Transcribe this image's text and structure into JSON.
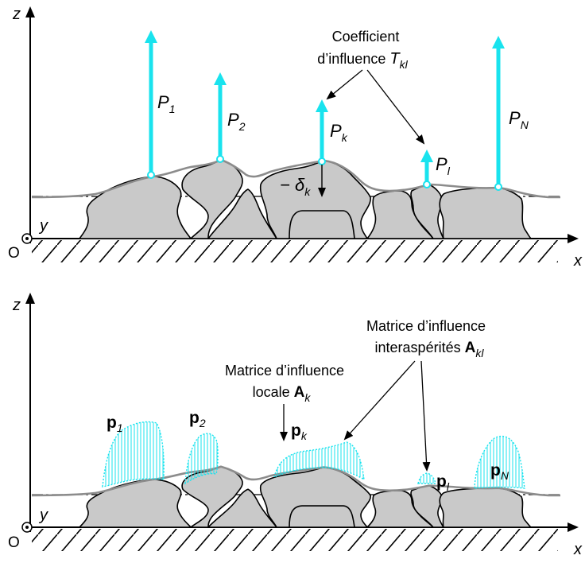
{
  "top_panel": {
    "axes": {
      "z": "z",
      "y": "y",
      "origin": "O",
      "x": "x"
    },
    "forces": [
      {
        "symbol": "P",
        "sub": "1"
      },
      {
        "symbol": "P",
        "sub": "2"
      },
      {
        "symbol": "P",
        "sub": "k"
      },
      {
        "symbol": "P",
        "sub": "l"
      },
      {
        "symbol": "P",
        "sub": "N"
      }
    ],
    "displacement": {
      "symbol": "− δ",
      "sub": "k"
    },
    "callout": {
      "line1": "Coefficient",
      "line2": "d’influence ",
      "symbol": "T",
      "sub": "kl"
    }
  },
  "bottom_panel": {
    "axes": {
      "z": "z",
      "y": "y",
      "origin": "O",
      "x": "x"
    },
    "pressures": [
      {
        "symbol": "p",
        "sub": "1"
      },
      {
        "symbol": "p",
        "sub": "2"
      },
      {
        "symbol": "p",
        "sub": "k"
      },
      {
        "symbol": "p",
        "sub": "l"
      },
      {
        "symbol": "p",
        "sub": "N"
      }
    ],
    "callout_local": {
      "line1": "Matrice d’influence",
      "line2": "locale ",
      "symbol": "A",
      "sub": "k"
    },
    "callout_inter": {
      "line1": "Matrice d’influence",
      "line2": "interaspérités ",
      "symbol": "A",
      "sub": "kl"
    }
  },
  "colors": {
    "load": "#19e3ee",
    "asperity_fill": "#c9c9c9",
    "envelope": "#8c8c8c",
    "outline": "#000000"
  }
}
